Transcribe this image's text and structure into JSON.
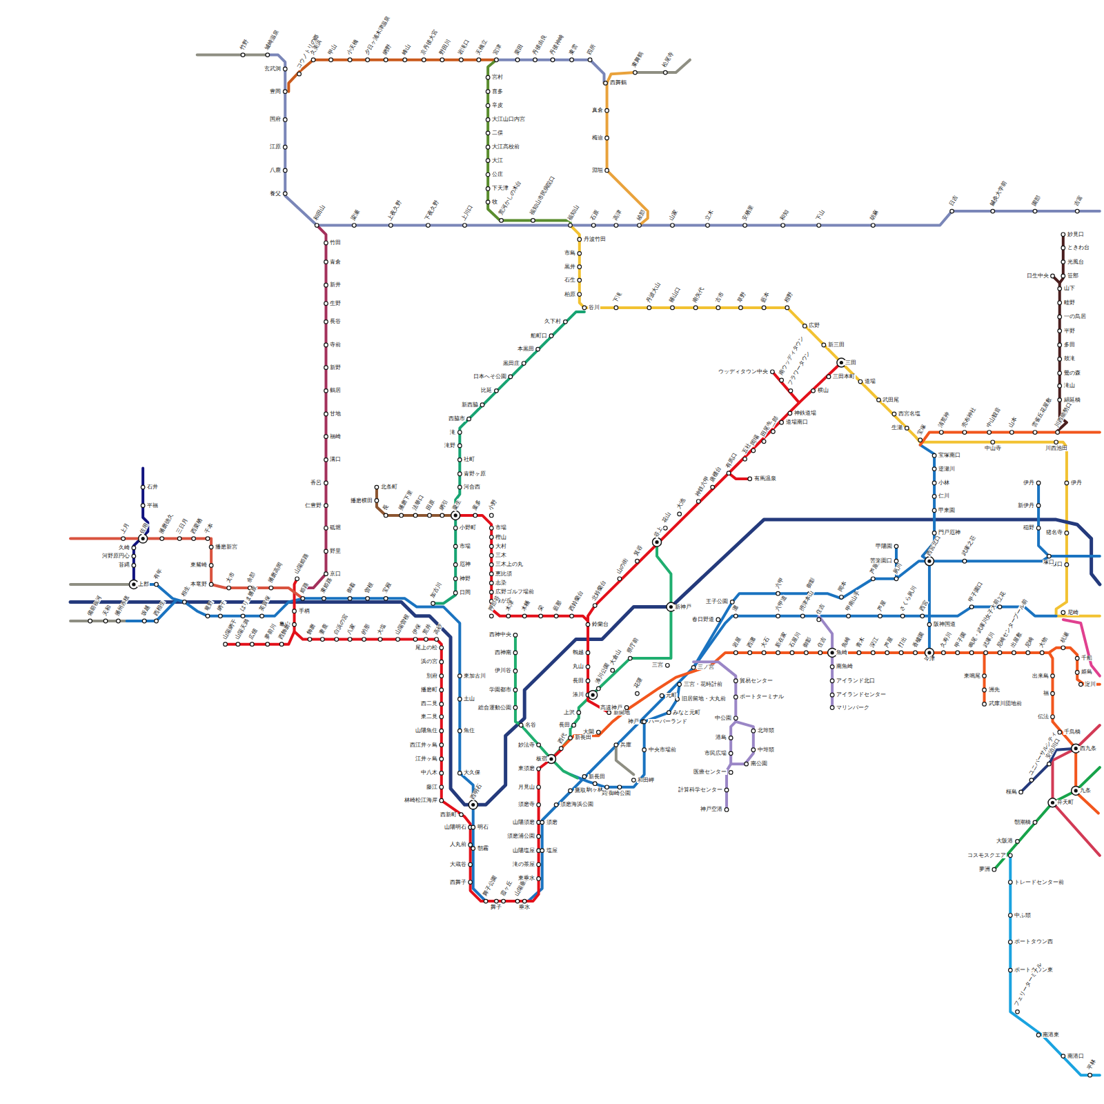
{
  "diagram": {
    "labels": [
      "竹野",
      "城崎温泉",
      "玄武洞",
      "豊岡",
      "国府",
      "江原",
      "八鹿",
      "養父",
      "和田山",
      "梁瀬",
      "上夜久野",
      "下夜久野",
      "上川口",
      "荒河かしの木台",
      "福知山市民病院口",
      "福知山",
      "石原",
      "高津",
      "綾部",
      "山家",
      "立木",
      "安栖里",
      "和知",
      "下山",
      "胡麻",
      "日吉",
      "鍼灸大学前",
      "園部",
      "吉富",
      "コウノトリの郷",
      "久美浜",
      "甲山",
      "小天橋",
      "夕日ヶ浦木津温泉",
      "網野",
      "峰山",
      "京丹後大宮",
      "野田川",
      "岩滝口",
      "天橋立",
      "宮津",
      "栗田",
      "丹後由良",
      "丹後神崎",
      "東雲",
      "四所",
      "宮村",
      "喜多",
      "辛皮",
      "大江山口内宮",
      "二俣",
      "大江高校前",
      "大江",
      "公庄",
      "下天津",
      "牧",
      "西舞鶴",
      "東舞鶴",
      "松尾寺",
      "真倉",
      "梅迫",
      "淵垣",
      "丹波竹田",
      "市島",
      "黒井",
      "石生",
      "柏原",
      "谷川",
      "下滝",
      "丹波大山",
      "篠山口",
      "南矢代",
      "古市",
      "草野",
      "藍本",
      "相野",
      "広野",
      "新三田",
      "三田",
      "道場",
      "武田尾",
      "西宮名塩",
      "生瀬",
      "宝塚",
      "中山寺",
      "川西池田",
      "伊丹",
      "猪名寺",
      "塚口",
      "尼崎",
      "久下村",
      "船町口",
      "本黒田",
      "黒田庄",
      "日本へそ公園",
      "比延",
      "新西脇",
      "西脇市",
      "滝",
      "滝野",
      "社町",
      "青野ヶ原",
      "河合西",
      "粟生",
      "小野町",
      "市場",
      "厄神",
      "神野",
      "日岡",
      "加古川",
      "北条町",
      "播磨横田",
      "長",
      "播磨下里",
      "法華口",
      "田原",
      "網引",
      "葉多",
      "小野",
      "市場",
      "樫山",
      "大村",
      "三木",
      "三木上の丸",
      "恵比須",
      "志染",
      "広野ゴルフ場前",
      "緑が丘",
      "押部谷",
      "木津",
      "木幡",
      "栄",
      "藍那",
      "西鈴蘭台",
      "鈴蘭台",
      "北鈴蘭台",
      "山の街",
      "箕谷",
      "谷上",
      "花山",
      "大池",
      "神鉄六甲",
      "唐櫃台",
      "有馬口",
      "有馬温泉",
      "五社",
      "岡場",
      "田尾寺",
      "二郎",
      "道場南口",
      "神鉄道場",
      "横山",
      "三田本町",
      "フラワータウン",
      "南ウッディタウン",
      "ウッディタウン中央",
      "鵯越",
      "丸山",
      "長田",
      "湊川",
      "新開地",
      "新神戸",
      "三宮",
      "県庁前",
      "大倉山",
      "湊川公園",
      "上沢",
      "長田",
      "新長田",
      "西神中央",
      "西神南",
      "伊川谷",
      "学園都市",
      "総合運動公園",
      "名谷",
      "妙法寺",
      "板宿",
      "山陽姫路",
      "手柄",
      "亀山",
      "飾磨",
      "妻鹿",
      "白浜の宮",
      "八家",
      "的形",
      "大塩",
      "山陽曽根",
      "伊保",
      "荒井",
      "高砂",
      "尾上の松",
      "浜の宮",
      "別府",
      "播磨町",
      "西二見",
      "東二見",
      "山陽魚住",
      "西江井ヶ島",
      "江井ヶ島",
      "中八木",
      "藤江",
      "林崎松江海岸",
      "西新町",
      "山陽明石",
      "人丸前",
      "大蔵谷",
      "西舞子",
      "舞子公園",
      "霞ヶ丘",
      "山陽垂水",
      "東垂水",
      "滝の茶屋",
      "山陽塩屋",
      "須磨浦公園",
      "山陽須磨",
      "須磨寺",
      "月見山",
      "東須磨",
      "西飾磨",
      "夢前川",
      "広畑",
      "山陽天満",
      "山陽網干",
      "上郡",
      "有年",
      "相生",
      "竜野",
      "網干",
      "はりま勝原",
      "英賀保",
      "姫路",
      "東姫路",
      "御着",
      "曽根",
      "宝殿",
      "東加古川",
      "土山",
      "魚住",
      "大久保",
      "西明石",
      "明石",
      "朝霧",
      "舞子",
      "垂水",
      "塩屋",
      "須磨",
      "須磨海浜公園",
      "鷹取",
      "新長田",
      "兵庫",
      "神戸",
      "元町",
      "三ノ宮",
      "花隈",
      "高速神戸",
      "西代",
      "大開",
      "駒ヶ林",
      "苅藻",
      "御崎公園",
      "和田岬",
      "中央市場前",
      "ハーバーランド",
      "みなと元町",
      "旧居留地・大丸前",
      "三宮・花時計前",
      "貿易センター",
      "ポートターミナル",
      "中公園",
      "港島",
      "市民広場",
      "医療センター",
      "計算科学センター",
      "神戸空港",
      "北埠頭",
      "中埠頭",
      "南公園",
      "住吉",
      "魚崎",
      "南魚崎",
      "アイランド北口",
      "アイランドセンター",
      "マリンパーク",
      "春日野道",
      "王子公園",
      "六甲",
      "御影",
      "岡本",
      "芦屋川",
      "夙川",
      "甲陽園",
      "苦楽園口",
      "西宮北口",
      "武庫之荘",
      "宝塚南口",
      "逆瀬川",
      "小林",
      "仁川",
      "甲東園",
      "門戸厄神",
      "阪神国道",
      "今津",
      "伊丹",
      "新伊丹",
      "稲野",
      "塚口",
      "灘",
      "六甲道",
      "摂津本山",
      "甲南山手",
      "芦屋",
      "さくら夙川",
      "西宮",
      "甲子園口",
      "立花",
      "岩屋",
      "西灘",
      "大石",
      "新在家",
      "石屋川",
      "御影",
      "住吉",
      "魚崎",
      "青木",
      "深江",
      "芦屋",
      "打出",
      "香櫨園",
      "久寿川",
      "甲子園",
      "鳴尾・武庫川女子大前",
      "武庫川",
      "尼崎センタープール前",
      "出屋敷",
      "尼崎",
      "大物",
      "杭瀬",
      "千船",
      "姫島",
      "淀川",
      "東鳴尾",
      "洲先",
      "武庫川団地前",
      "出来島",
      "福",
      "伝法",
      "千鳥橋",
      "西九条",
      "九条",
      "妙見口",
      "ときわ台",
      "光風台",
      "笹部",
      "日生中央",
      "山下",
      "畦野",
      "一の鳥居",
      "平野",
      "多田",
      "鼓滝",
      "鶯の森",
      "滝山",
      "絹延橋",
      "川西能勢口",
      "清荒神",
      "売布神社",
      "中山観音",
      "山本",
      "雲雀丘花屋敷",
      "桜島",
      "ユニバーサルシティ",
      "安治川口",
      "弁天町",
      "朝潮橋",
      "大阪港",
      "コスモスクエア",
      "夢洲",
      "トレードセンター前",
      "中ふ頭",
      "ポートタウン西",
      "ポートタウン東",
      "フェリーターミナル",
      "南港東",
      "南港口",
      "平林",
      "石井",
      "平福",
      "佐用",
      "久崎",
      "河野原円心",
      "苔縄",
      "上月",
      "播磨徳久",
      "三日月",
      "西栗栖",
      "千本",
      "播磨新宮",
      "東觜崎",
      "本竜野",
      "太市",
      "余部",
      "播磨高岡",
      "備前福河",
      "天和",
      "播州赤穂",
      "坂越",
      "西相生",
      "竹田",
      "青倉",
      "新井",
      "生野",
      "長谷",
      "寺前",
      "新野",
      "鶴居",
      "甘地",
      "福崎",
      "溝口",
      "香呂",
      "仁豊野",
      "砥堀",
      "野里",
      "京口"
    ]
  }
}
